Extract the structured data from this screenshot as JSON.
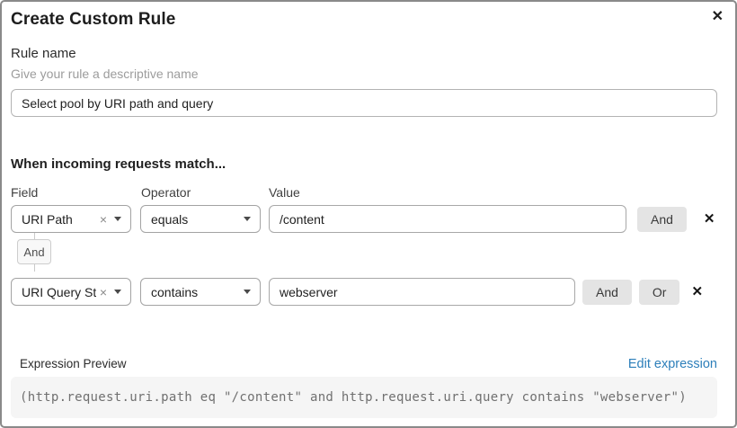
{
  "dialog": {
    "title": "Create Custom Rule",
    "close_icon": "✕"
  },
  "rule_name": {
    "label": "Rule name",
    "hint": "Give your rule a descriptive name",
    "value": "Select pool by URI path and query"
  },
  "matcher": {
    "heading": "When incoming requests match...",
    "columns": {
      "field": "Field",
      "operator": "Operator",
      "value": "Value"
    },
    "clear_icon": "×",
    "remove_icon": "✕",
    "connector_label": "And",
    "rows": [
      {
        "field": "URI Path",
        "operator": "equals",
        "value": "/content",
        "and_label": "And"
      },
      {
        "field": "URI Query St...",
        "operator": "contains",
        "value": "webserver",
        "and_label": "And",
        "or_label": "Or"
      }
    ]
  },
  "expression": {
    "label": "Expression Preview",
    "edit_link": "Edit expression",
    "code": "(http.request.uri.path eq \"/content\" and http.request.uri.query contains \"webserver\")"
  },
  "colors": {
    "link_blue": "#2d7fba",
    "button_gray": "#e4e4e4",
    "code_bg": "#f5f5f5",
    "border_gray": "#8a8a8a"
  }
}
